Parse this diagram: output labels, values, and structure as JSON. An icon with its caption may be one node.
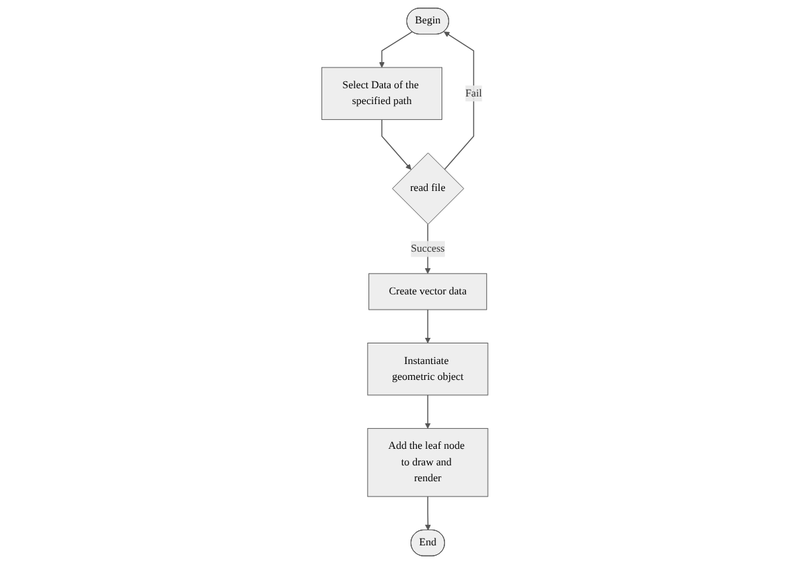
{
  "diagram": {
    "nodes": [
      {
        "text": [
          "Begin"
        ]
      },
      {
        "text": [
          "Select Data of the specified path"
        ]
      },
      {
        "text": [
          "read file"
        ]
      },
      {
        "text": [
          "Create vector data"
        ]
      },
      {
        "text": [
          "Instantiate geometric object"
        ]
      },
      {
        "text": [
          "Add the leaf node to draw and render"
        ]
      },
      {
        "text": [
          "End"
        ]
      }
    ],
    "edges": [
      {
        "from": 0,
        "to": 1,
        "arrow": "to"
      },
      {
        "from": 1,
        "to": 2,
        "arrow": "to"
      },
      {
        "from": 2,
        "to": 0,
        "arrow": "to",
        "label": "Fail"
      },
      {
        "from": 2,
        "to": 3,
        "arrow": "to",
        "label": "Success"
      },
      {
        "from": 3,
        "to": 4,
        "arrow": "to"
      },
      {
        "from": 4,
        "to": 5,
        "arrow": "to"
      },
      {
        "from": 5,
        "to": 6,
        "arrow": "to"
      }
    ]
  }
}
